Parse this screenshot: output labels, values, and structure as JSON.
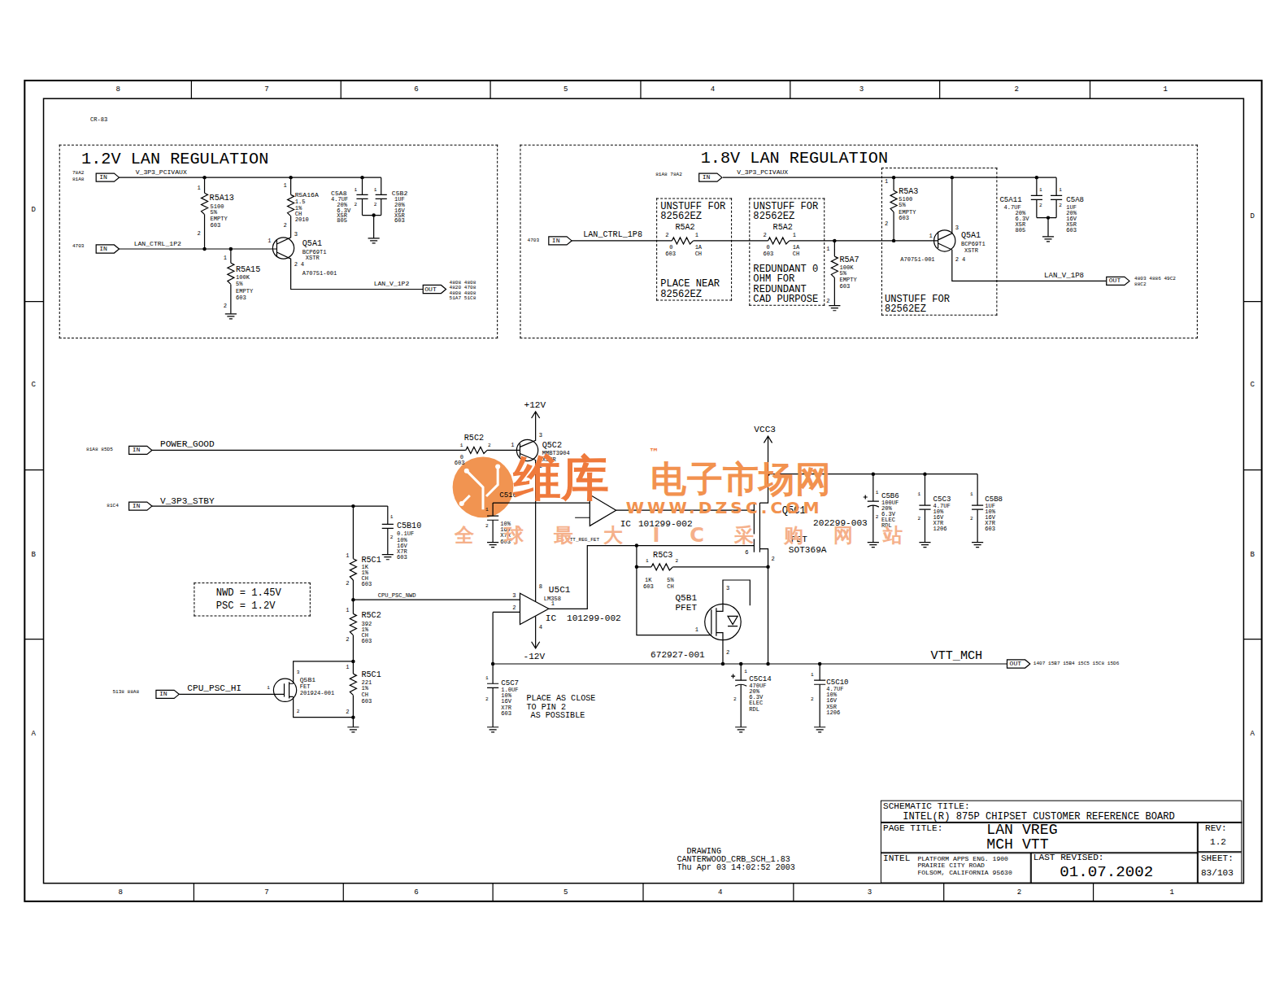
{
  "diagram": {
    "nodes": [
      {
        "text": [
          "1.2V LAN REGULATION"
        ]
      },
      {
        "text": [
          "1.8V LAN REGULATION"
        ]
      },
      {
        "text": [
          "UNSTUFF FOR 82562EZ",
          "PLACE NEAR 82562EZ"
        ],
        "in": 1
      },
      {
        "text": [
          "UNSTUFF FOR 82562EZ",
          "REDUNDANT 0 OHM FOR REDUNDANT CAD PURPOSE"
        ],
        "in": 1
      },
      {
        "text": [
          "UNSTUFF FOR 82562EZ"
        ],
        "in": 1
      },
      {
        "text": [
          "NWD = 1.45V",
          "PSC = 1.2V"
        ]
      },
      {
        "text": [
          "SCHEMATIC TITLE:",
          "INTEL(R) 875P CHIPSET CUSTOMER REFERENCE BOARD"
        ]
      },
      {
        "text": [
          "PAGE TITLE:",
          "LAN VREG MCH VTT"
        ]
      },
      {
        "text": [
          "REV:",
          "1.2"
        ]
      },
      {
        "text": [
          "INTEL",
          "PLATFORM APPS ENG. 1900 PRAIRIE CITY ROAD FOLSOM, CALIFORNIA 95630"
        ]
      },
      {
        "text": [
          "LAST REVISED:",
          "01.07.2002"
        ]
      },
      {
        "text": [
          "SHEET:",
          "83/103"
        ]
      }
    ],
    "labels": [
      "8",
      "7",
      "6",
      "5",
      "4",
      "3",
      "2",
      "1",
      "8",
      "7",
      "6",
      "5",
      "4",
      "3",
      "2",
      "1",
      "D",
      "C",
      "B",
      "A",
      "D",
      "C",
      "B",
      "A",
      "CR-83",
      "78A2",
      "81A8",
      "IN",
      "V_3P3_PCIVAUX",
      "1",
      "R5A13",
      "5100",
      "5%",
      "EMPTY",
      "603",
      "2",
      "4703",
      "IN",
      "LAN_CTRL_1P2",
      "1",
      "R5A15",
      "100K",
      "5%",
      "EMPTY",
      "603",
      "2",
      "1",
      "R5A16A",
      "1.5",
      "1%",
      "CH",
      "2010",
      "2",
      "C5A8",
      "4.7UF",
      "20%",
      "6.3V",
      "X5R",
      "805",
      "1",
      "2",
      "1",
      "2",
      "C5B2",
      "1UF",
      "20%",
      "16V",
      "X5R",
      "603",
      "3",
      "1",
      "2",
      "4",
      "Q5A1",
      "BCP69T1",
      "XSTR",
      "A70751-001",
      "LAN_V_1P2",
      "OUT",
      "4808 4808",
      "4820 4708",
      "4808 4808",
      "51A7 51C8",
      "81A8 78A2",
      "IN",
      "V_3P3_PCIVAUX",
      "4703",
      "IN",
      "LAN_CTRL_1P8",
      "R5A2",
      "2",
      "1",
      "0",
      "603",
      "1A",
      "CH",
      "R5A2",
      "2",
      "1",
      "0",
      "603",
      "1A",
      "CH",
      "1",
      "R5A7",
      "100K",
      "5%",
      "EMPTY",
      "603",
      "2",
      "1",
      "R5A3",
      "5100",
      "5%",
      "EMPTY",
      "603",
      "2",
      "1",
      "3",
      "2",
      "4",
      "Q5A1",
      "BCP69T1",
      "XSTR",
      "A70751-001",
      "C5A11",
      "4.7UF",
      "20%",
      "6.3V",
      "X5R",
      "805",
      "1",
      "2",
      "1",
      "2",
      "C5A8",
      "1UF",
      "20%",
      "16V",
      "X5R",
      "603",
      "LAN_V_1P8",
      "OUT",
      "4803 4886 49C2",
      "88C2",
      "+12V",
      "3",
      "1",
      "2",
      "Q5C2",
      "MMBT3904",
      "XSTR",
      "81A8 85D5",
      "IN",
      "POWER_GOOD",
      "R5C2",
      "1",
      "2",
      "0",
      "603",
      "VCC3",
      "81C4",
      "IN",
      "V_3P3_STBY",
      "1",
      "C5B10",
      "0.1UF",
      "10%",
      "16V",
      "X7R",
      "603",
      "2",
      "C516",
      "1",
      "2",
      "10%",
      "16V",
      "X7R",
      "603",
      "IC",
      "101299-002",
      "VTT_REG_FET",
      "Q5C1",
      "202299-003",
      "FET",
      "SOT369A",
      "6",
      "2",
      "1",
      "C5B6",
      "100UF",
      "20%",
      "6.3V",
      "ELEC",
      "RDL",
      "2",
      "1",
      "C5C3",
      "4.7UF",
      "10%",
      "16V",
      "X7R",
      "1206",
      "2",
      "1",
      "C5B8",
      "1UF",
      "10%",
      "16V",
      "X7R",
      "603",
      "2",
      "1",
      "R5C1",
      "1K",
      "1%",
      "CH",
      "603",
      "2",
      "CPU_PSC_NWD",
      "8",
      "U5C1",
      "LM358",
      "3",
      "2",
      "1",
      "IC",
      "101299-002",
      "4",
      "-12V",
      "1",
      "R5C2",
      "392",
      "1%",
      "CH",
      "603",
      "2",
      "1",
      "R5C3",
      "2",
      "1K",
      "603",
      "5%",
      "CH",
      "Q5B1",
      "PFET",
      "3",
      "1",
      "2",
      "672927-001",
      "VTT_MCH",
      "OUT",
      "1407 15B7 15B4 15C5 15C8 15D6",
      "1",
      "C5C7",
      "1.0UF",
      "10%",
      "16V",
      "X7R",
      "603",
      "2",
      "PLACE AS CLOSE",
      "TO PIN 2",
      "AS POSSIBLE",
      "1",
      "C5C14",
      "470UF",
      "20%",
      "6.3V",
      "ELEC",
      "RDL",
      "2",
      "1",
      "C5C10",
      "4.7UF",
      "10%",
      "16V",
      "X5R",
      "1206",
      "2",
      "3",
      "Q5B1",
      "FET",
      "201924-001",
      "1",
      "2",
      "5138 88A8",
      "IN",
      "CPU_PSC_HI",
      "1",
      "R5C1",
      "221",
      "1%",
      "CH",
      "603",
      "2",
      "DRAWING",
      "CANTERWOOD_CRB_SCH_1.83",
      "Thu Apr 03 14:02:52 2003",
      "维库",
      "™",
      "电子市场网",
      "WWW.DZSC.COM",
      "全 球 最 大 I C 采 购 网 站"
    ]
  }
}
